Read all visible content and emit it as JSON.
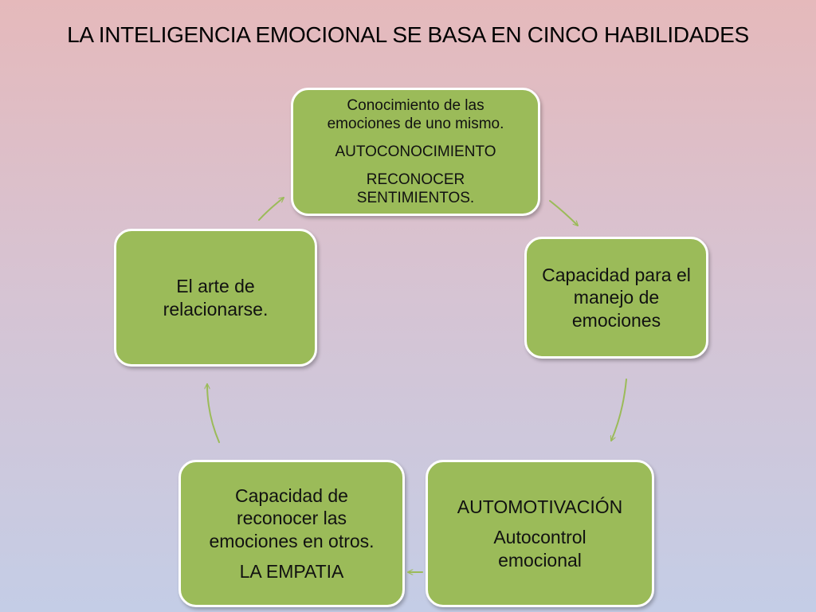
{
  "title": "LA INTELIGENCIA EMOCIONAL SE BASA EN CINCO HABILIDADES",
  "colors": {
    "box_fill": "#9bbb59",
    "box_border": "#ffffff",
    "arrow": "#9bbb59"
  },
  "nodes": {
    "top": {
      "line1": "Conocimiento de las emociones de uno mismo.",
      "line2": "AUTOCONOCIMIENTO",
      "line3": "RECONOCER SENTIMIENTOS."
    },
    "right": {
      "line1": "Capacidad para el manejo de emociones"
    },
    "bottom_right": {
      "line1": "AUTOMOTIVACIÓN",
      "line2": "Autocontrol emocional"
    },
    "bottom_left": {
      "line1": "Capacidad de reconocer las emociones en otros.",
      "line2": "LA EMPATIA"
    },
    "left": {
      "line1": "El arte de relacionarse."
    }
  }
}
